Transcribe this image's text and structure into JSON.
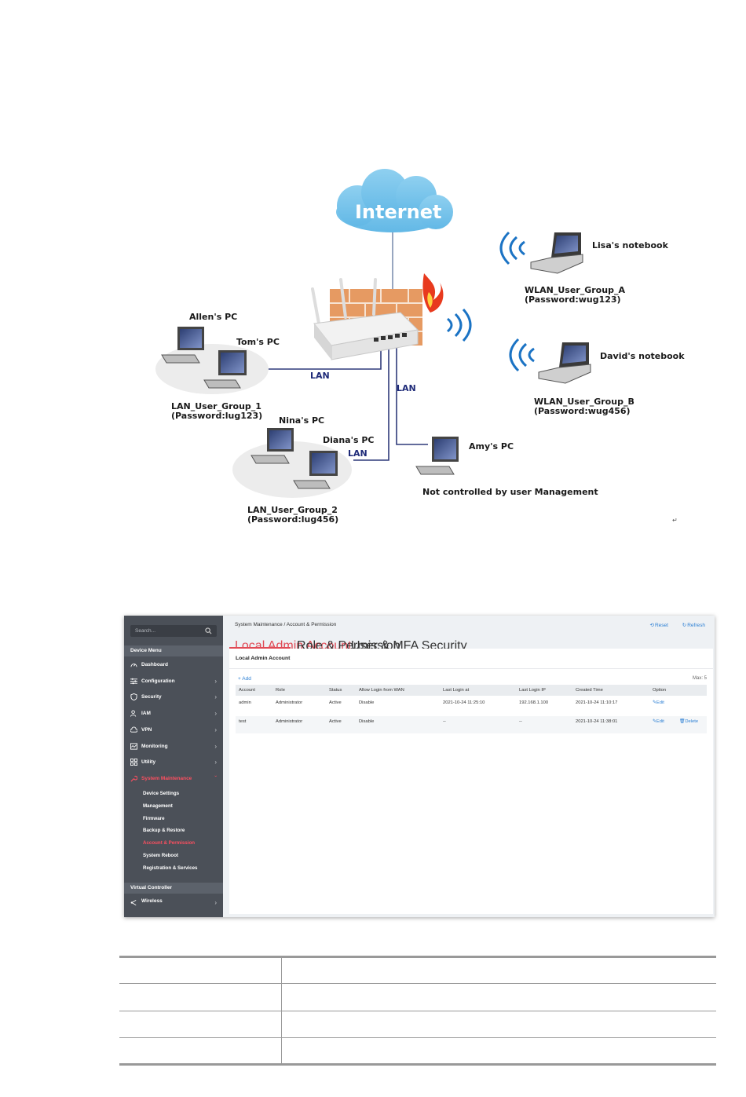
{
  "diagram": {
    "internet": "Internet",
    "lisa": "Lisa's notebook",
    "wlan_a_name": "WLAN_User_Group_A",
    "wlan_a_pw": "(Password:wug123)",
    "david": "David's notebook",
    "wlan_b_name": "WLAN_User_Group_B",
    "wlan_b_pw": "(Password:wug456)",
    "allen": "Allen's PC",
    "tom": "Tom's PC",
    "lan_g1_name": "LAN_User_Group_1",
    "lan_g1_pw": "(Password:lug123)",
    "nina": "Nina's PC",
    "diana": "Diana's PC",
    "lan_g2_name": "LAN_User_Group_2",
    "lan_g2_pw": "(Password:lug456)",
    "amy": "Amy's PC",
    "not_controlled": "Not controlled by user Management",
    "lan1": "LAN",
    "lan2": "LAN",
    "lan3": "LAN",
    "return_mark": "↵"
  },
  "ui": {
    "search_placeholder": "Search...",
    "device_menu": "Device Menu",
    "menu": [
      {
        "label": "Dashboard",
        "icon": "gauge-icon"
      },
      {
        "label": "Configuration",
        "icon": "sliders-icon"
      },
      {
        "label": "Security",
        "icon": "shield-icon"
      },
      {
        "label": "IAM",
        "icon": "user-lock-icon"
      },
      {
        "label": "VPN",
        "icon": "cloud-icon"
      },
      {
        "label": "Monitoring",
        "icon": "monitor-icon"
      },
      {
        "label": "Utility",
        "icon": "grid-icon"
      },
      {
        "label": "System Maintenance",
        "icon": "wrench-icon"
      }
    ],
    "submenu": [
      "Device Settings",
      "Management",
      "Firmware",
      "Backup & Restore",
      "Account & Permission",
      "System Reboot",
      "Registration & Services"
    ],
    "virtual_controller": "Virtual Controller",
    "wireless": "Wireless",
    "breadcrumb": "System Maintenance / Account & Permission",
    "reset": "Reset",
    "refresh": "Refresh",
    "tabs": [
      "Local Admin Account",
      "Role & Permission",
      "User & MFA Security"
    ],
    "panel_title": "Local Admin Account",
    "add": "+ Add",
    "max": "Max: 5",
    "columns": [
      "Account",
      "Role",
      "Status",
      "Allow Login from WAN",
      "Last Login at",
      "Last Login IP",
      "Created Time",
      "Option"
    ],
    "rows": [
      {
        "account": "admin",
        "role": "Administrator",
        "status": "Active",
        "wan": "Disable",
        "last_login": "2021-10-24 11:25:10",
        "ip": "192.168.1.100",
        "created": "2021-10-24 11:10:17",
        "edit": "Edit",
        "delete": ""
      },
      {
        "account": "test",
        "role": "Administrator",
        "status": "Active",
        "wan": "Disable",
        "last_login": "--",
        "ip": "--",
        "created": "2021-10-24 11:38:01",
        "edit": "Edit",
        "delete": "Delete"
      }
    ],
    "colors": {
      "sidebar": "#4b5058",
      "accent_red": "#e04a55",
      "link_blue": "#2b7fd4"
    }
  }
}
